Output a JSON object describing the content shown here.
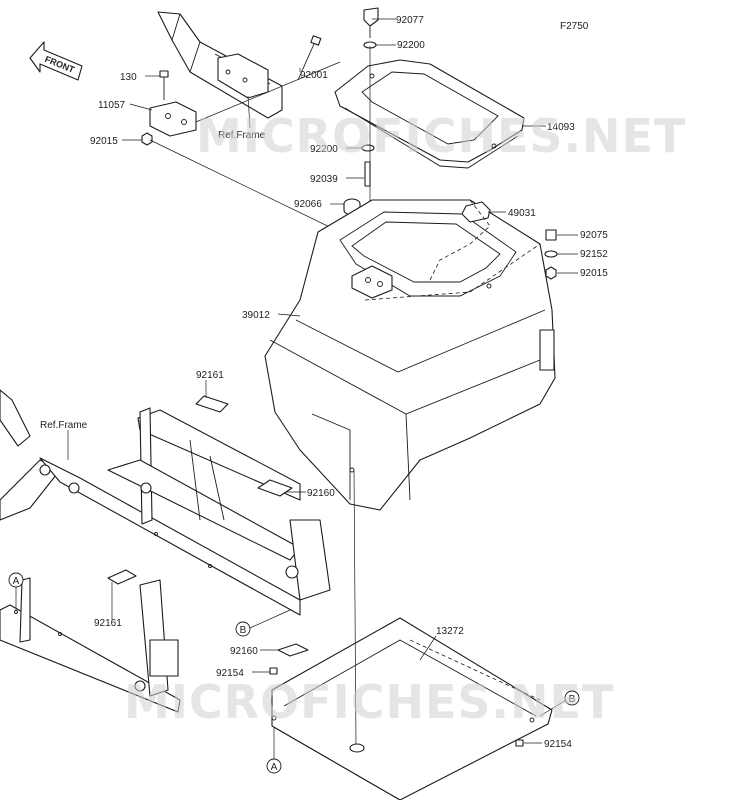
{
  "diagram_code": "F2750",
  "front_label": "FRONT",
  "watermark_text": "MICROFICHES.NET",
  "ref_frame_top": "Ref.Frame",
  "ref_frame_left": "Ref.Frame",
  "callouts": {
    "p92077": "92077",
    "p92200_top": "92200",
    "p92001": "92001",
    "p130": "130",
    "p11057": "11057",
    "p92015_left": "92015",
    "p14093": "14093",
    "p92200_mid": "92200",
    "p92039": "92039",
    "p92066": "92066",
    "p49031": "49031",
    "p92075": "92075",
    "p92152": "92152",
    "p92015_right": "92015",
    "p39012": "39012",
    "p92161_top": "92161",
    "p92160_mid": "92160",
    "p92161_bottom": "92161",
    "p92160_bottom": "92160",
    "p92154_left": "92154",
    "p13272": "13272",
    "p92154_right": "92154"
  },
  "reference_marks": {
    "a_left": "A",
    "b_mid": "B",
    "b_right": "B",
    "a_bottom": "A"
  }
}
